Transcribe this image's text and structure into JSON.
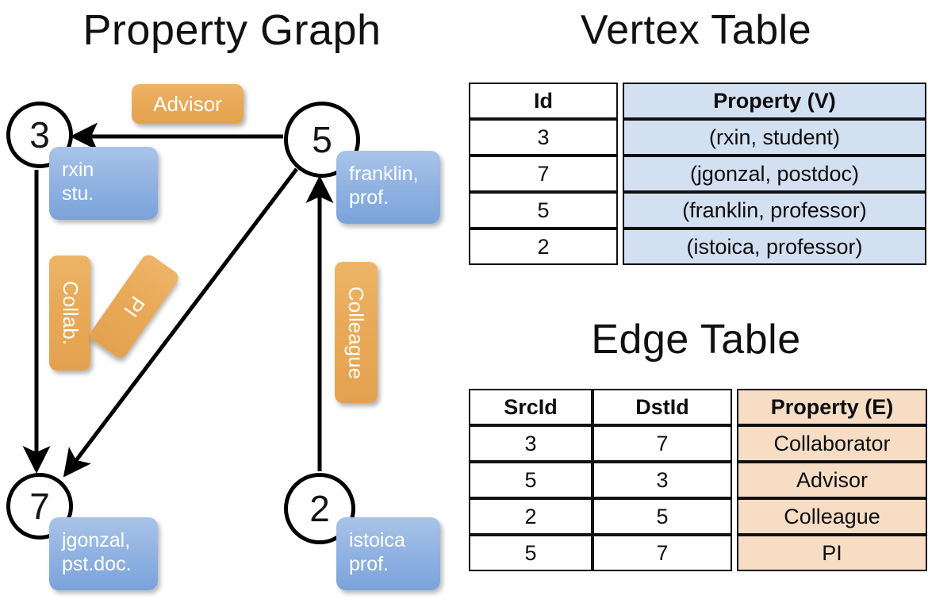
{
  "titles": {
    "graph": "Property Graph",
    "vertex_table": "Vertex Table",
    "edge_table": "Edge Table"
  },
  "graph": {
    "nodes": [
      {
        "id": "3",
        "property": "rxin\nstu.",
        "line1": "rxin",
        "line2": "stu."
      },
      {
        "id": "5",
        "property": "franklin,\nprof.",
        "line1": "franklin,",
        "line2": "prof."
      },
      {
        "id": "7",
        "property": "jgonzal,\npst.doc.",
        "line1": "jgonzal,",
        "line2": "pst.doc."
      },
      {
        "id": "2",
        "property": "istoica\nprof.",
        "line1": "istoica",
        "line2": "prof."
      }
    ],
    "edge_labels": [
      {
        "name": "advisor",
        "label": "Advisor",
        "from": "5",
        "to": "3"
      },
      {
        "name": "collab",
        "label": "Collab.",
        "from": "3",
        "to": "7"
      },
      {
        "name": "pi",
        "label": "PI",
        "from": "5",
        "to": "7"
      },
      {
        "name": "colleague",
        "label": "Colleague",
        "from": "2",
        "to": "5"
      }
    ]
  },
  "vertex_table": {
    "headers": [
      "Id",
      "Property (V)"
    ],
    "rows": [
      {
        "id": "3",
        "property": "(rxin, student)"
      },
      {
        "id": "7",
        "property": "(jgonzal, postdoc)"
      },
      {
        "id": "5",
        "property": "(franklin, professor)"
      },
      {
        "id": "2",
        "property": "(istoica, professor)"
      }
    ]
  },
  "edge_table": {
    "headers": [
      "SrcId",
      "DstId",
      "Property (E)"
    ],
    "rows": [
      {
        "src": "3",
        "dst": "7",
        "property": "Collaborator"
      },
      {
        "src": "5",
        "dst": "3",
        "property": "Advisor"
      },
      {
        "src": "2",
        "dst": "5",
        "property": "Colleague"
      },
      {
        "src": "5",
        "dst": "7",
        "property": "PI"
      }
    ]
  },
  "colors": {
    "vertex_property_fill": "#d3e0f2",
    "edge_property_fill": "#f6ddc4",
    "node_property_box": "#93b4e2",
    "edge_label_box": "#e8a958",
    "stroke": "#000000",
    "background": "#ffffff"
  }
}
